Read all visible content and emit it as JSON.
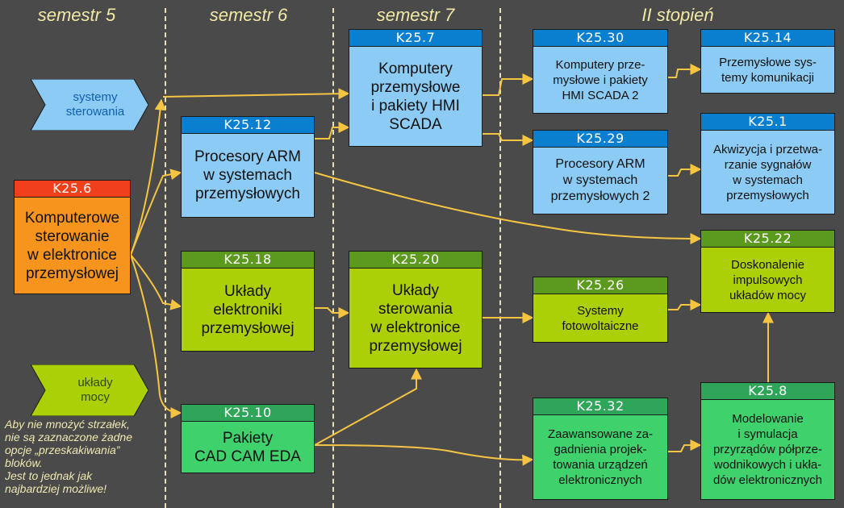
{
  "semesters": [
    "semestr 5",
    "semestr 6",
    "semestr 7",
    "II stopień"
  ],
  "tags": {
    "systemy": "systemy\nsterowania",
    "uklady": "układy\nmocy"
  },
  "courses": {
    "k25_6": {
      "code": "K25.6",
      "title": "Komputerowe\nsterowanie\nw elektronice\nprzemysłowej"
    },
    "k25_12": {
      "code": "K25.12",
      "title": "Procesory ARM\nw systemach\nprzemysłowych"
    },
    "k25_18": {
      "code": "K25.18",
      "title": "Układy\nelektroniki\nprzemysłowej"
    },
    "k25_10": {
      "code": "K25.10",
      "title": "Pakiety\nCAD CAM EDA"
    },
    "k25_7": {
      "code": "K25.7",
      "title": "Komputery\nprzemysłowe\ni pakiety HMI\nSCADA"
    },
    "k25_20": {
      "code": "K25.20",
      "title": "Układy\nsterowania\nw elektronice\nprzemysłowej"
    },
    "k25_30": {
      "code": "K25.30",
      "title": "Komputery prze-\nmysłowe i pakiety\nHMI SCADA 2"
    },
    "k25_29": {
      "code": "K25.29",
      "title": "Procesory ARM\nw systemach\nprzemysłowych 2"
    },
    "k25_26": {
      "code": "K25.26",
      "title": "Systemy\nfotowoltaiczne"
    },
    "k25_32": {
      "code": "K25.32",
      "title": "Zaawansowane za-\ngadnienia projek-\ntowania urządzeń\nelektronicznych"
    },
    "k25_14": {
      "code": "K25.14",
      "title": "Przemysłowe sys-\ntemy komunikacji"
    },
    "k25_1": {
      "code": "K25.1",
      "title": "Akwizycja i przetwa-\nrzanie sygnałów\nw systemach\nprzemysłowych"
    },
    "k25_22": {
      "code": "K25.22",
      "title": "Doskonalenie\nimpulsowych\nukładów mocy"
    },
    "k25_8": {
      "code": "K25.8",
      "title": "Modelowanie\ni symulacja\nprzyrządów półprze-\nwodnikowych i ukła-\ndów elektronicznych"
    }
  },
  "note": "Aby nie mnożyć strzałek,\nnie są zaznaczone żadne\nopcje „przeskakiwania”\nbloków.\nJest to jednak jak\nnajbardziej możliwe!",
  "colors": {
    "arrow": "#f5c542",
    "background": "#4a4a4a",
    "blue_header": "#0a7fcf",
    "blue_body": "#8ccbf3",
    "green_header": "#5b9a1e",
    "green_body": "#acd008",
    "mint_header": "#2fa55a",
    "mint_body": "#3fd16c",
    "orange_header": "#f0401b",
    "orange_body": "#f6941e"
  }
}
